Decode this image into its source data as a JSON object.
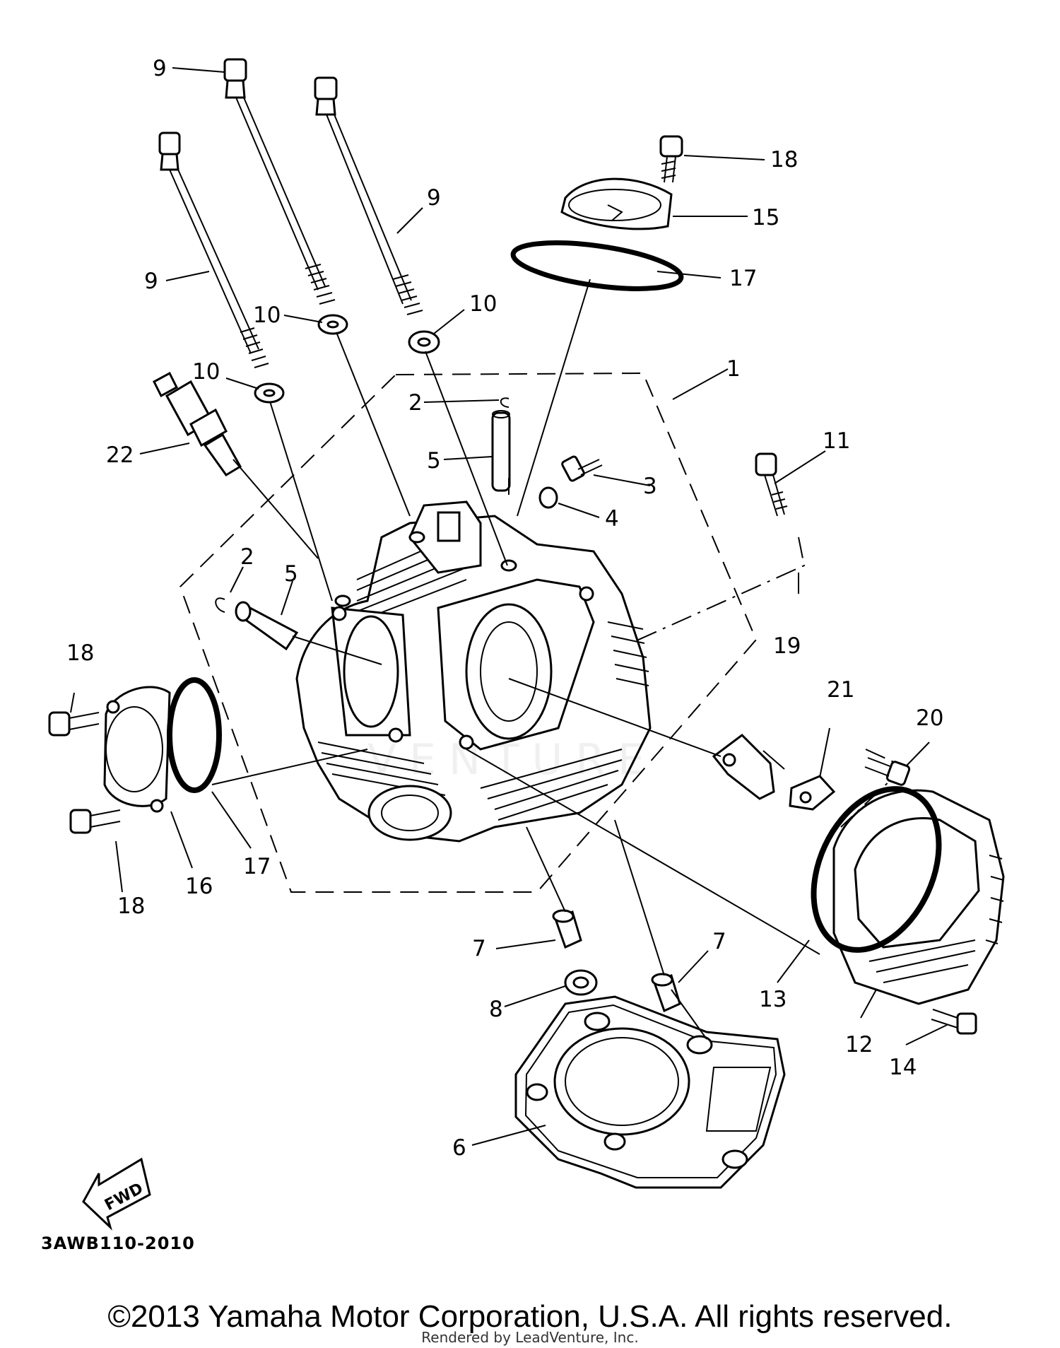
{
  "diagram_code": "3AWB110-2010",
  "copyright": "©2013 Yamaha Motor Corporation, U.S.A. All rights reserved.",
  "rendered_by": "Rendered by LeadVenture, Inc.",
  "watermark": "VENTURE",
  "fwd_label": "FWD",
  "callouts": {
    "c1": "1",
    "c2a": "2",
    "c2b": "2",
    "c3": "3",
    "c4": "4",
    "c5a": "5",
    "c5b": "5",
    "c6": "6",
    "c7a": "7",
    "c7b": "7",
    "c8": "8",
    "c9a": "9",
    "c9b": "9",
    "c9c": "9",
    "c10a": "10",
    "c10b": "10",
    "c10c": "10",
    "c11": "11",
    "c12": "12",
    "c13": "13",
    "c14": "14",
    "c15": "15",
    "c16": "16",
    "c17a": "17",
    "c17b": "17",
    "c18a": "18",
    "c18b": "18",
    "c18c": "18",
    "c19": "19",
    "c20": "20",
    "c21": "21",
    "c22": "22"
  }
}
